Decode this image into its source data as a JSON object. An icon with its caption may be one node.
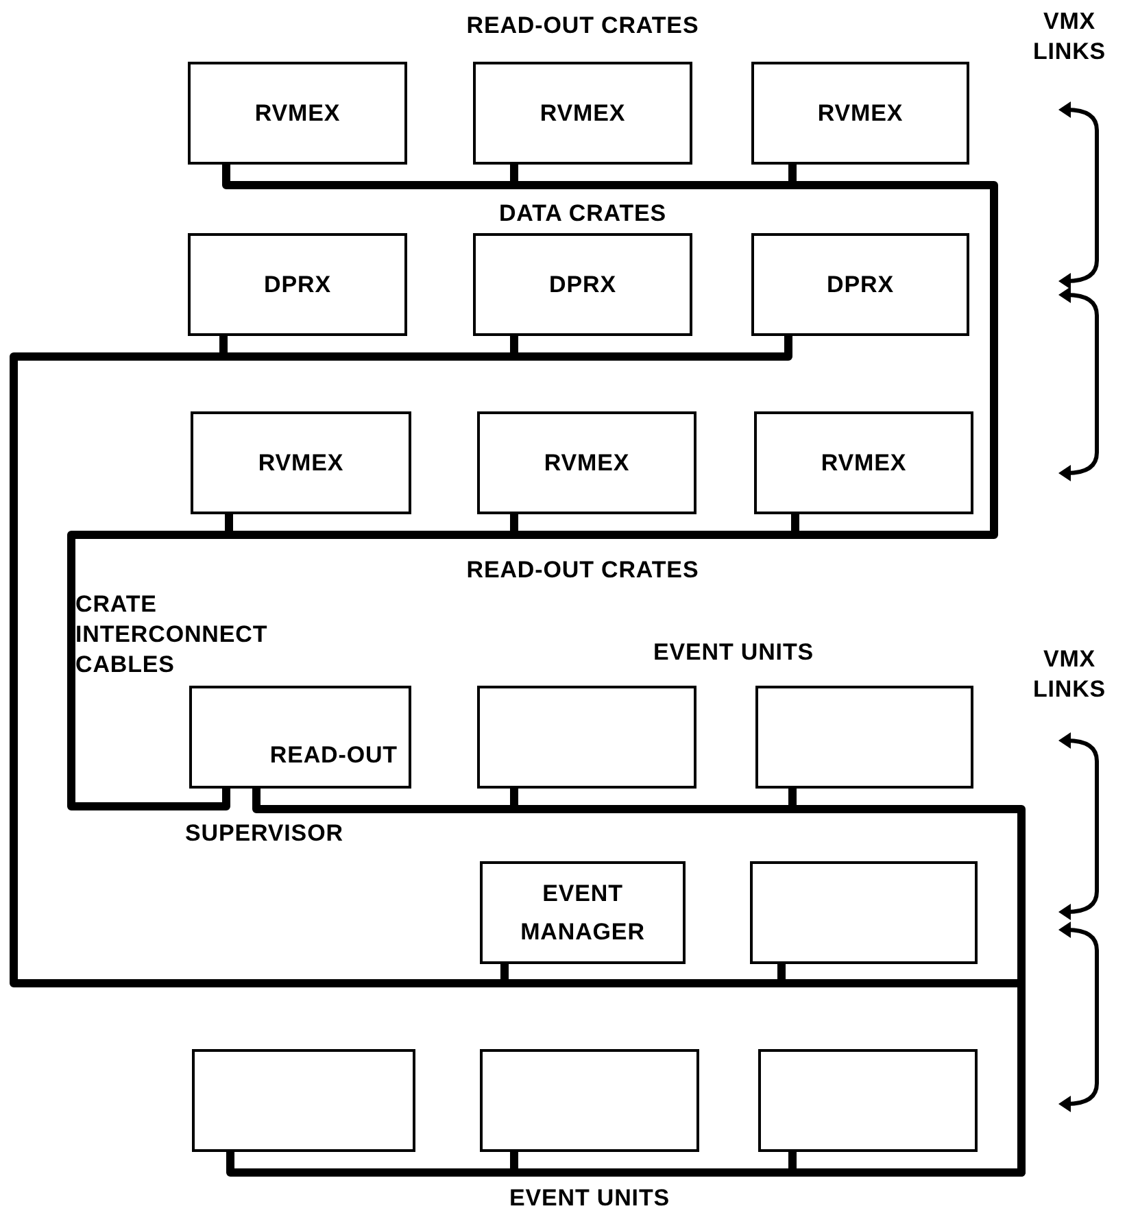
{
  "diagram": {
    "nodes": [
      {
        "text": [
          "RVMEX"
        ]
      },
      {
        "text": [
          "RVMEX"
        ]
      },
      {
        "text": [
          "RVMEX"
        ]
      },
      {
        "text": [
          "DPRX"
        ]
      },
      {
        "text": [
          "DPRX"
        ]
      },
      {
        "text": [
          "DPRX"
        ]
      },
      {
        "text": [
          "RVMEX"
        ]
      },
      {
        "text": [
          "RVMEX"
        ]
      },
      {
        "text": [
          "RVMEX"
        ]
      },
      {
        "text": [
          "READ-OUT"
        ],
        "beside": [
          "SUPERVISOR"
        ]
      },
      {
        "text": [],
        "shape": "box"
      },
      {
        "text": [],
        "shape": "box"
      },
      {
        "text": [
          "EVENT MANAGER"
        ]
      },
      {
        "text": [],
        "shape": "box"
      },
      {
        "text": [],
        "shape": "box"
      },
      {
        "text": [],
        "shape": "box"
      },
      {
        "text": [],
        "shape": "box"
      }
    ],
    "edges": [
      {
        "from": 0,
        "to": 1,
        "arrow": "none"
      },
      {
        "from": 1,
        "to": 2,
        "arrow": "none"
      },
      {
        "from": 2,
        "to": 8,
        "arrow": "none"
      },
      {
        "from": 8,
        "to": 7,
        "arrow": "none"
      },
      {
        "from": 7,
        "to": 6,
        "arrow": "none"
      },
      {
        "from": 6,
        "to": 9,
        "arrow": "none"
      },
      {
        "from": 3,
        "to": 4,
        "arrow": "none"
      },
      {
        "from": 4,
        "to": 5,
        "arrow": "none"
      },
      {
        "from": 3,
        "to": 12,
        "arrow": "none"
      },
      {
        "from": 12,
        "to": 13,
        "arrow": "none"
      },
      {
        "from": 9,
        "to": 10,
        "arrow": "none"
      },
      {
        "from": 10,
        "to": 11,
        "arrow": "none"
      },
      {
        "from": 11,
        "to": 16,
        "arrow": "none"
      },
      {
        "from": 13,
        "to": 16,
        "arrow": "none"
      },
      {
        "from": 16,
        "to": 15,
        "arrow": "none"
      },
      {
        "from": 15,
        "to": 14,
        "arrow": "none"
      }
    ],
    "labels": [
      "READ-OUT CRATES",
      "VMX LINKS",
      "DATA CRATES",
      "READ-OUT CRATES",
      "CRATE INTERCONNECT CABLES",
      "EVENT UNITS",
      "VMX LINKS",
      "EVENT UNITS"
    ]
  }
}
